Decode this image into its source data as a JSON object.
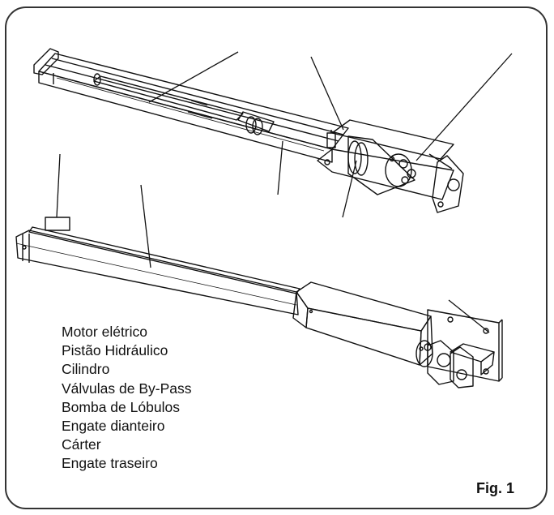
{
  "legend": {
    "items": [
      "Motor elétrico",
      "Pistão Hidráulico",
      "Cilindro",
      "Válvulas de By-Pass",
      "Bomba de Lóbulos",
      "Engate dianteiro",
      "Cárter",
      "Engate traseiro"
    ]
  },
  "figure_label": "Fig. 1"
}
